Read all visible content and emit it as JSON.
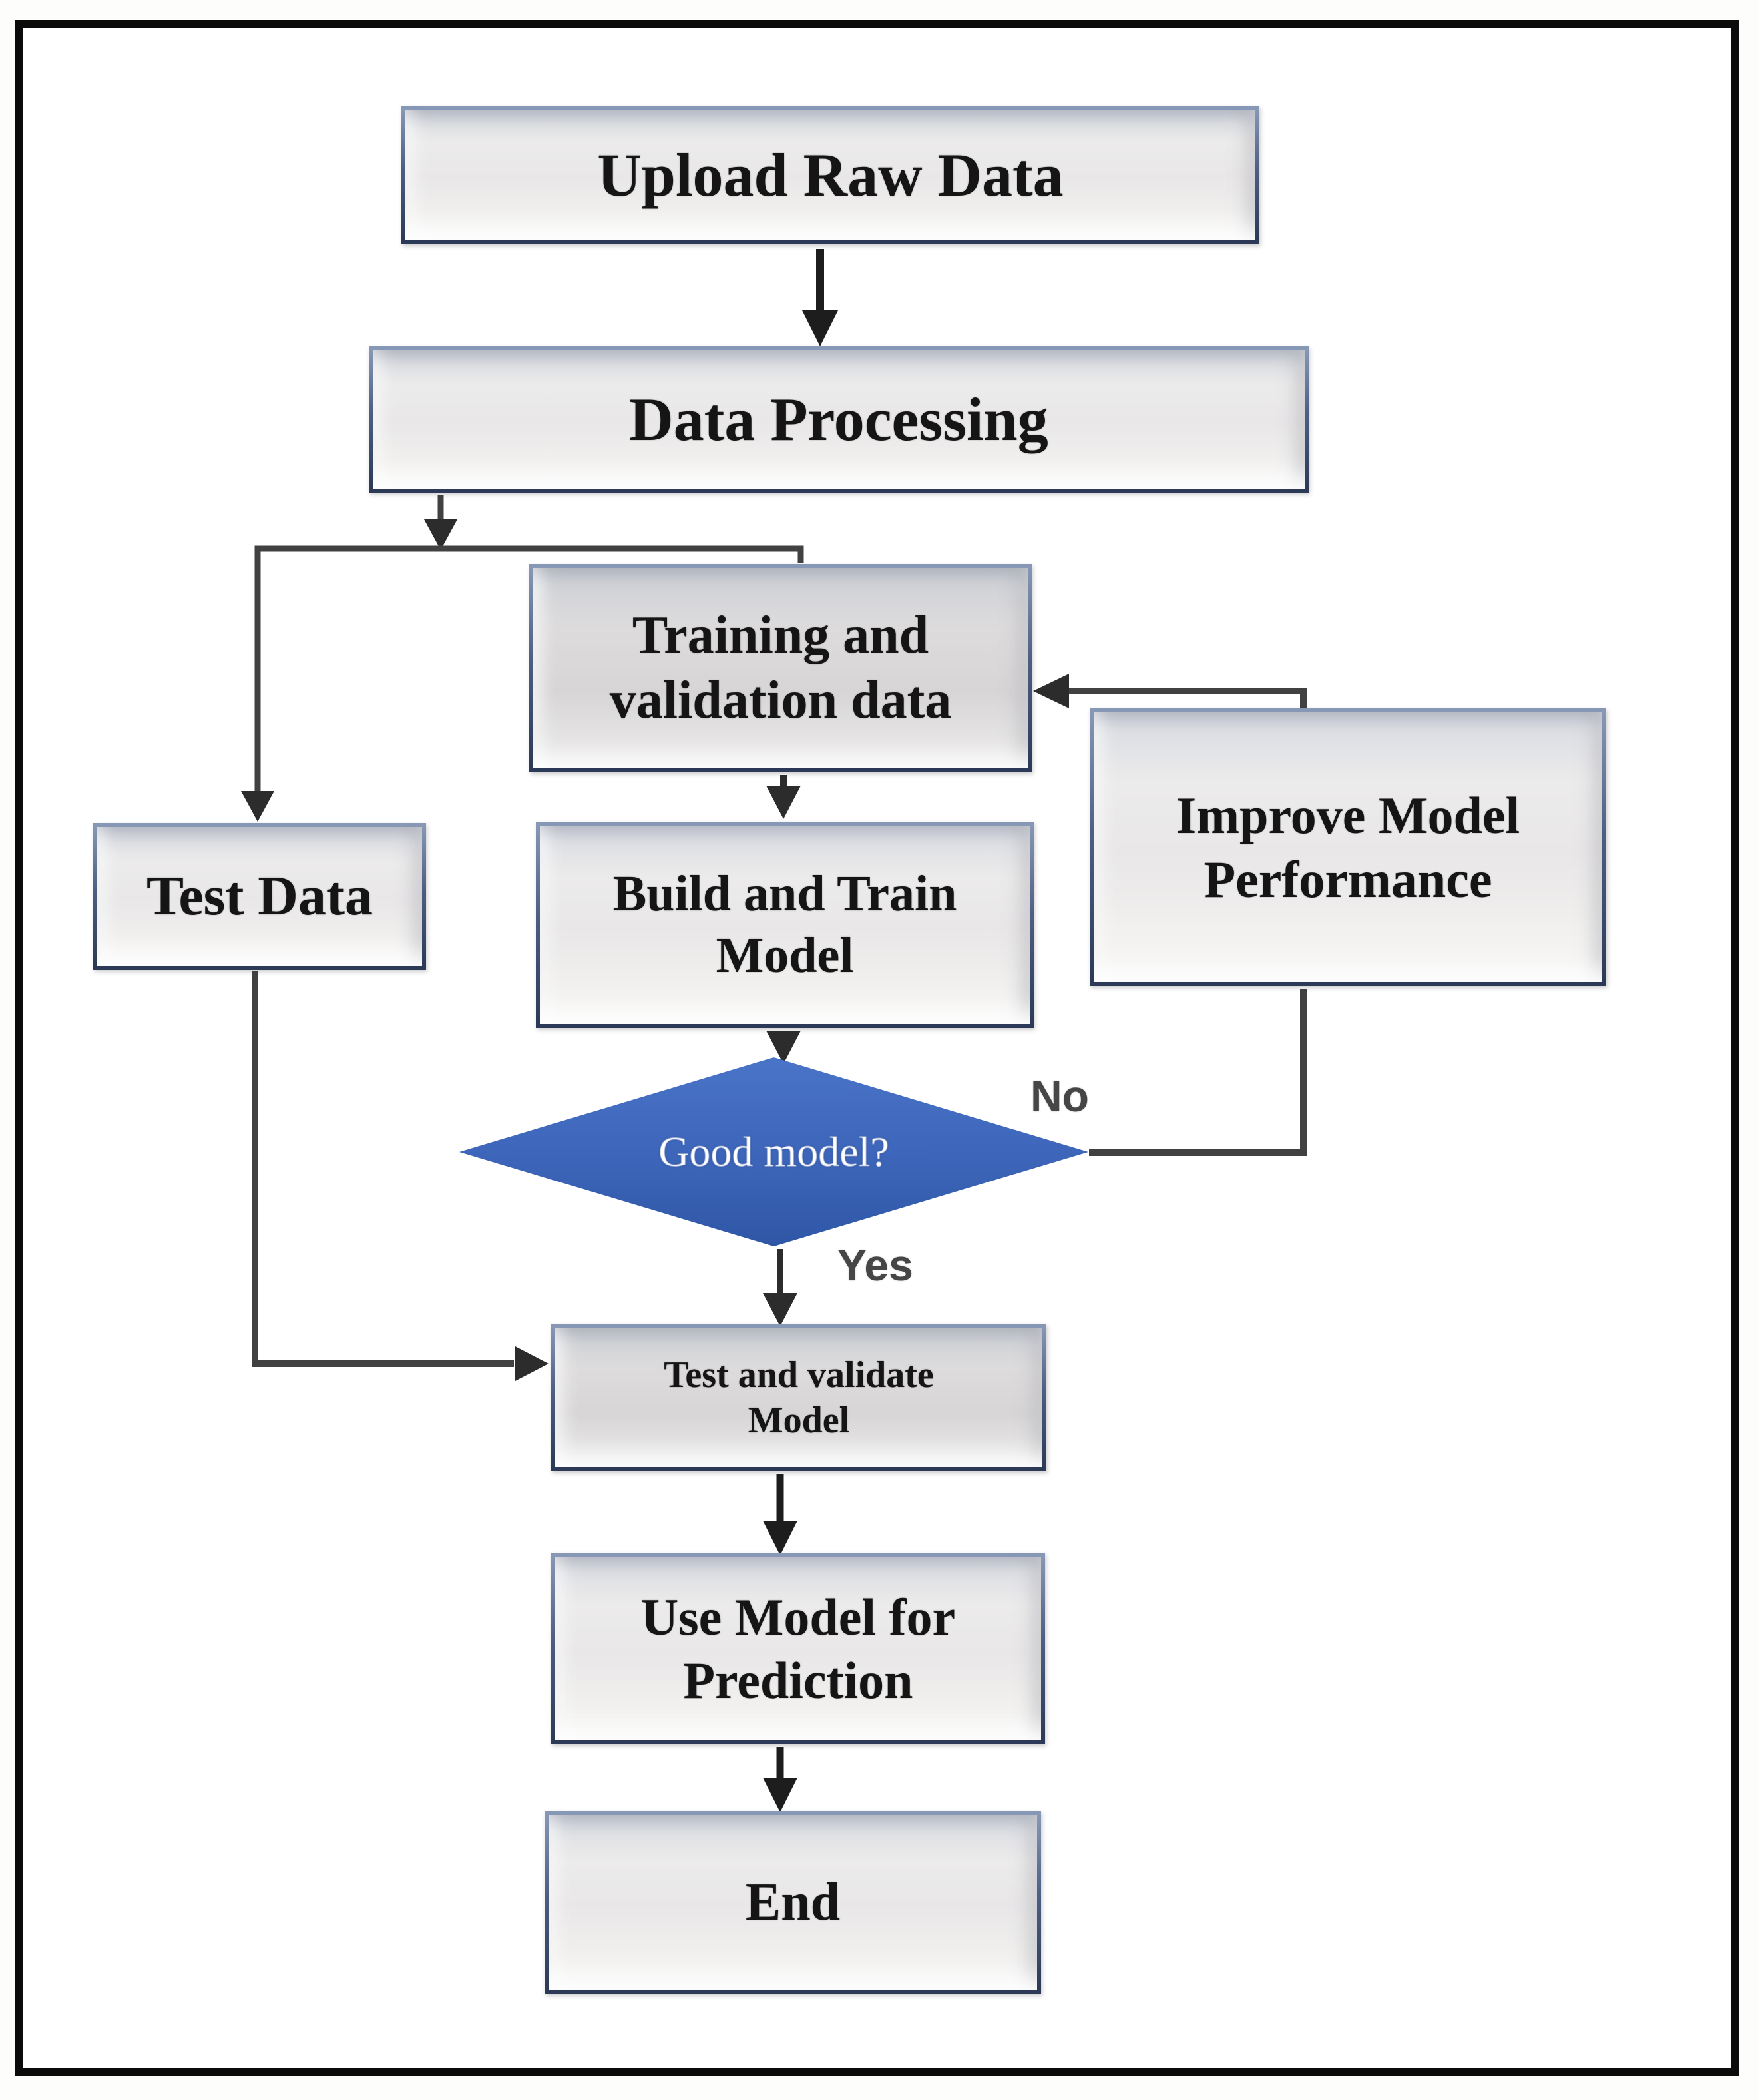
{
  "nodes": {
    "upload": {
      "label": "Upload Raw Data"
    },
    "processing": {
      "label": "Data Processing"
    },
    "training": {
      "label": "Training and\nvalidation data"
    },
    "test_data": {
      "label": "Test Data"
    },
    "build": {
      "label": "Build and Train\nModel"
    },
    "improve": {
      "label": "Improve Model\nPerformance"
    },
    "decision": {
      "label": "Good model?"
    },
    "test_validate": {
      "label": "Test and validate\nModel"
    },
    "use_model": {
      "label": "Use Model for\nPrediction"
    },
    "end": {
      "label": "End"
    }
  },
  "edges": {
    "no_label": "No",
    "yes_label": "Yes"
  },
  "colors": {
    "decision_fill": "#3f68bd",
    "box_border": "#56688c",
    "box_fill_light": "#ecebeb",
    "box_fill_dark": "#d7d5d6",
    "connector_line": "#414141",
    "arrow_black": "#1d1d1d",
    "frame_border": "#0b0b0b",
    "background": "#ffffff"
  }
}
